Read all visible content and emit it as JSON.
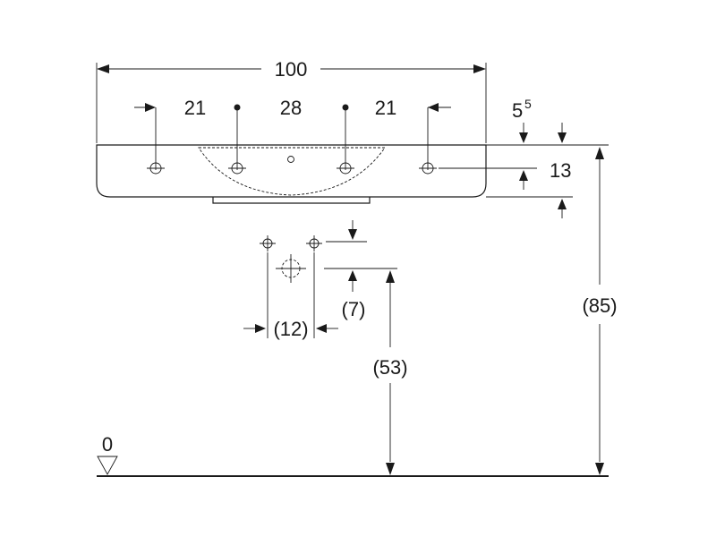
{
  "diagram": {
    "dimensions": {
      "overall_width": "100",
      "left_spacing": "21",
      "center_spacing": "28",
      "right_spacing": "21",
      "top_thickness_main": "5",
      "top_thickness_sup": "5",
      "bowl_height": "13",
      "trap_offset": "(7)",
      "trap_spacing": "(12)",
      "outlet_height": "(53)",
      "total_height": "(85)",
      "floor_level": "0"
    }
  }
}
